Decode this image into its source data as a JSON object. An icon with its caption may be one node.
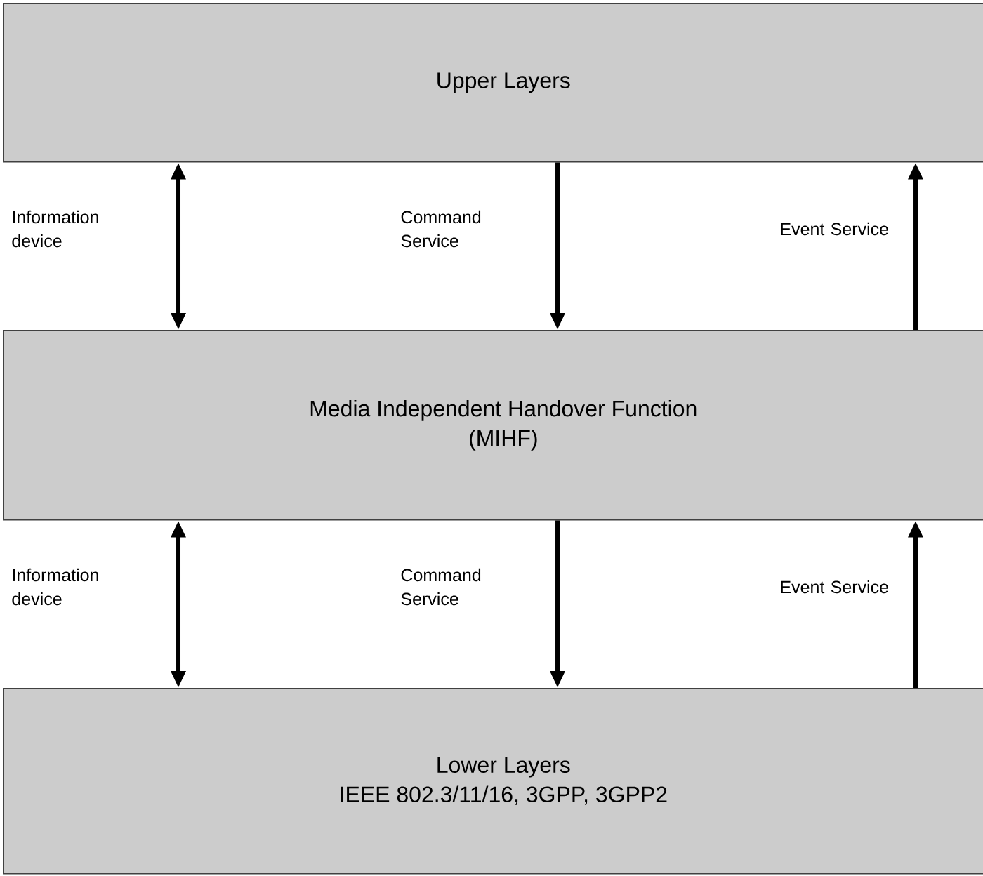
{
  "diagram": {
    "nodes": [
      {
        "text": [
          "Upper Layers"
        ]
      },
      {
        "text": [
          "Media Independent Handover Function",
          "(MIHF)"
        ]
      },
      {
        "text": [
          "Lower Layers",
          "IEEE 802.3/11/16, 3GPP, 3GPP2"
        ]
      }
    ],
    "edges": [
      {
        "from": 0,
        "to": 1,
        "arrow": "both",
        "label": "Information device"
      },
      {
        "from": 0,
        "to": 1,
        "arrow": "to",
        "label": "Command Service"
      },
      {
        "from": 1,
        "to": 0,
        "arrow": "to",
        "label": "Event Service"
      },
      {
        "from": 1,
        "to": 2,
        "arrow": "both",
        "label": "Information device"
      },
      {
        "from": 1,
        "to": 2,
        "arrow": "to",
        "label": "Command Service"
      },
      {
        "from": 2,
        "to": 1,
        "arrow": "to",
        "label": "Event Service"
      }
    ]
  }
}
